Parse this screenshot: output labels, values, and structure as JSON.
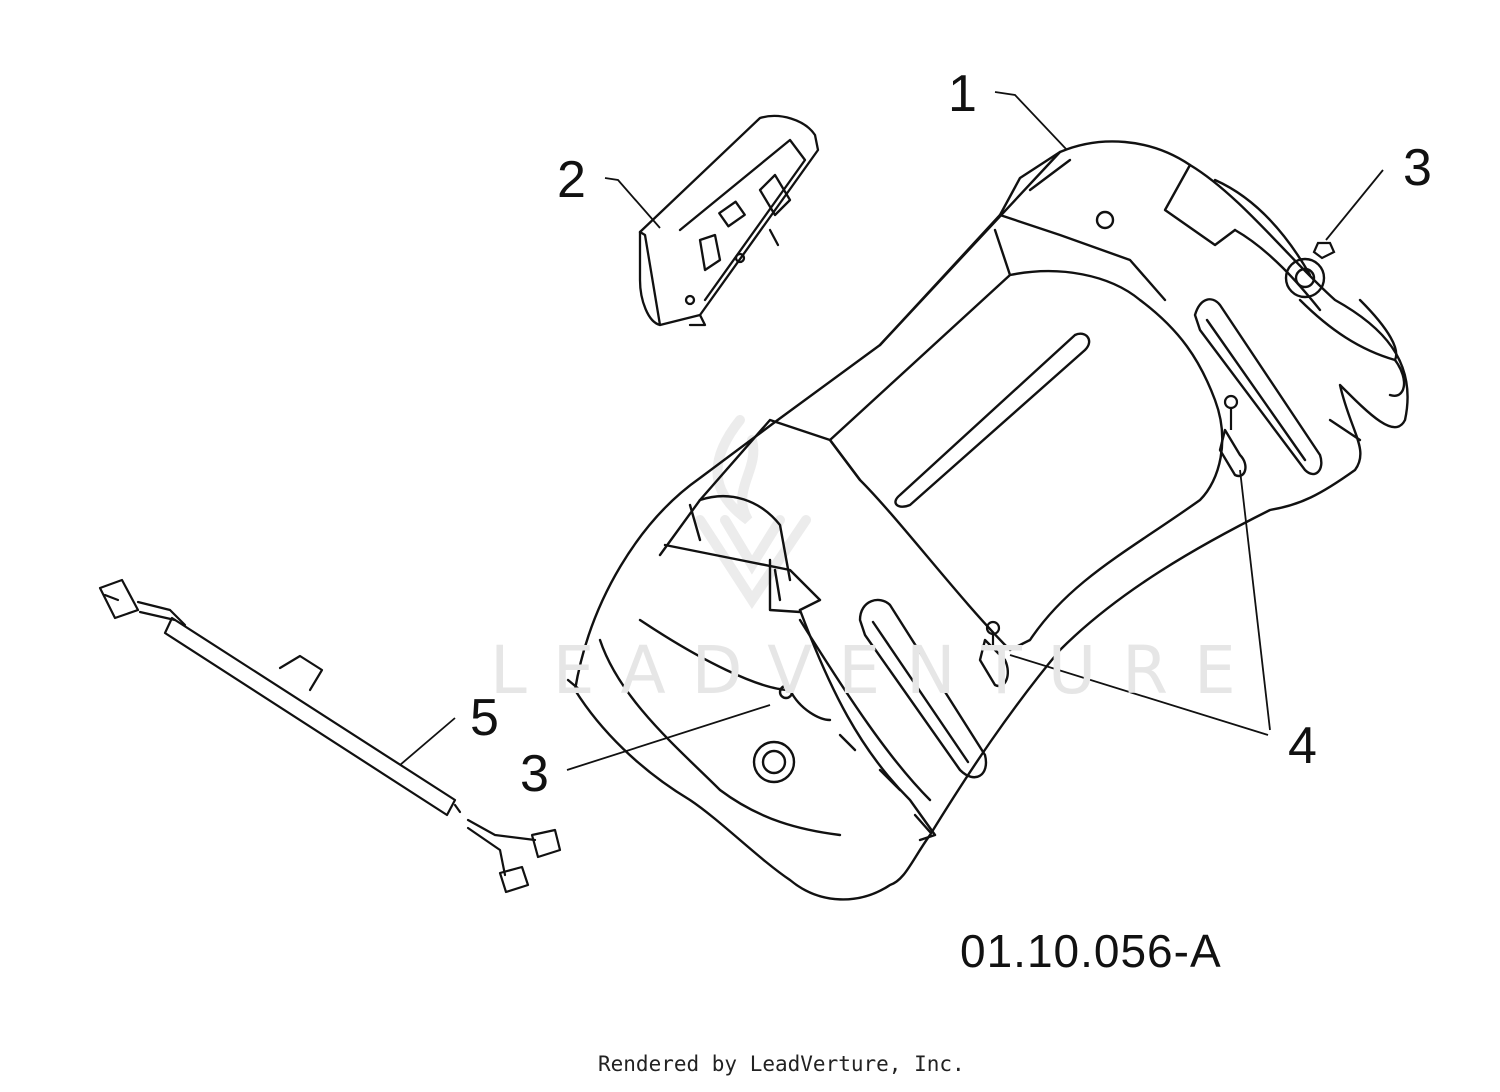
{
  "diagram": {
    "callouts": {
      "part_1": "1",
      "part_2": "2",
      "part_3_right": "3",
      "part_3_left": "3",
      "part_4": "4",
      "part_5": "5"
    },
    "drawing_code": "01.10.056-A"
  },
  "watermark": {
    "text": "LEADVENTURE"
  },
  "footer": {
    "credit": "Rendered by LeadVerture, Inc."
  }
}
